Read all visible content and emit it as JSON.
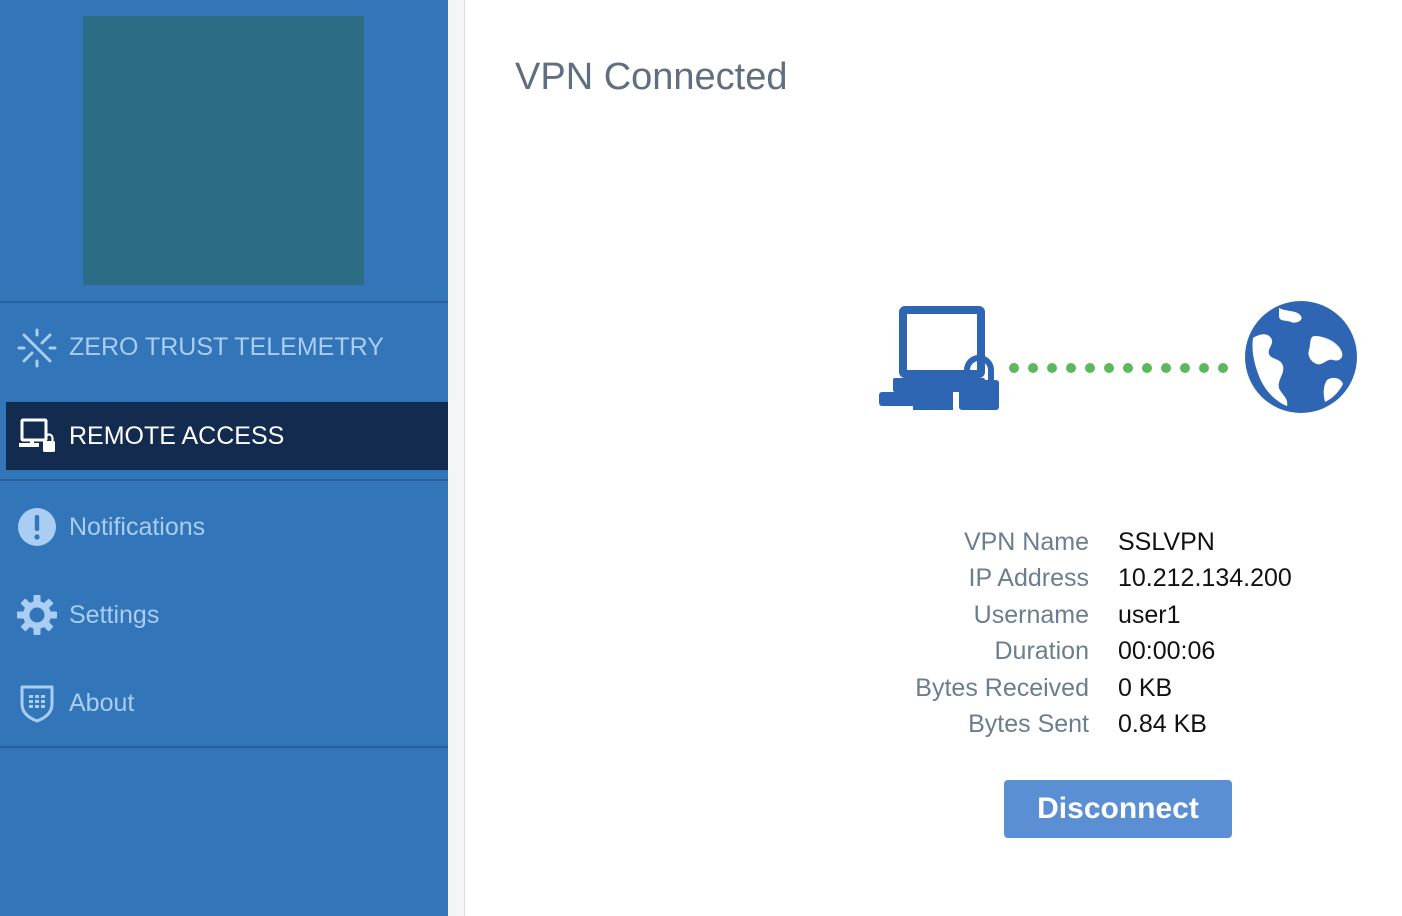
{
  "sidebar": {
    "items": [
      {
        "label": "ZERO TRUST TELEMETRY",
        "icon": "zero-trust-icon"
      },
      {
        "label": "REMOTE ACCESS",
        "icon": "remote-access-icon",
        "active": true
      },
      {
        "label": "Notifications",
        "icon": "alert-icon"
      },
      {
        "label": "Settings",
        "icon": "gear-icon"
      },
      {
        "label": "About",
        "icon": "shield-icon"
      }
    ]
  },
  "main": {
    "title": "VPN Connected",
    "info": {
      "vpn_name_label": "VPN Name",
      "vpn_name": "SSLVPN",
      "ip_label": "IP Address",
      "ip": "10.212.134.200",
      "username_label": "Username",
      "username": "user1",
      "duration_label": "Duration",
      "duration": "00:00:06",
      "bytes_received_label": "Bytes Received",
      "bytes_received": "0 KB",
      "bytes_sent_label": "Bytes Sent",
      "bytes_sent": "0.84 KB"
    },
    "disconnect_label": "Disconnect"
  },
  "colors": {
    "sidebar_bg": "#3275b8",
    "active_bg": "#122b4f",
    "nav_text": "#a9cdf3",
    "button_bg": "#5a8fd3",
    "link_dots": "#5cb85c",
    "icon_blue": "#2f66b3"
  }
}
